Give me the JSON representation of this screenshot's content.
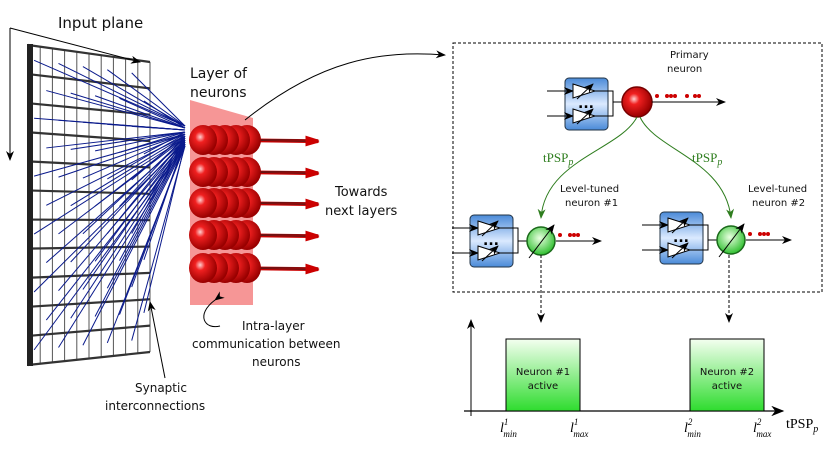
{
  "labels": {
    "input_plane": "Input plane",
    "layer_line1": "Layer of",
    "layer_line2": "neurons",
    "towards_line1": "Towards",
    "towards_line2": "next layers",
    "intra_line1": "Intra-layer",
    "intra_line2": "communication between",
    "intra_line3": "neurons",
    "synaptic_line1": "Synaptic",
    "synaptic_line2": "interconnections",
    "primary_line1": "Primary",
    "primary_line2": "neuron",
    "lt1_line1": "Level-tuned",
    "lt1_line2": "neuron #1",
    "lt2_line1": "Level-tuned",
    "lt2_line2": "neuron #2",
    "tpsp": "tPSP",
    "tpsp_sub": "p"
  },
  "chart": {
    "boxes": [
      {
        "line1": "Neuron #1",
        "line2": "active",
        "lmin": "l",
        "lmin_sup": "1",
        "lmin_sub": "min",
        "lmax": "l",
        "lmax_sup": "1",
        "lmax_sub": "max"
      },
      {
        "line1": "Neuron #2",
        "line2": "active",
        "lmin": "l",
        "lmin_sup": "2",
        "lmin_sub": "min",
        "lmax": "l",
        "lmax_sup": "2",
        "lmax_sub": "max"
      }
    ],
    "xlabel": "tPSP",
    "xlabel_sub": "p"
  },
  "colors": {
    "synapse": "#0a1a8c",
    "neuron_red": "#e01010",
    "neuron_green": "#40d040",
    "tpsp_green": "#2e7d1e",
    "block_blue": "#5a9be0",
    "spike_red": "#cc0000"
  }
}
